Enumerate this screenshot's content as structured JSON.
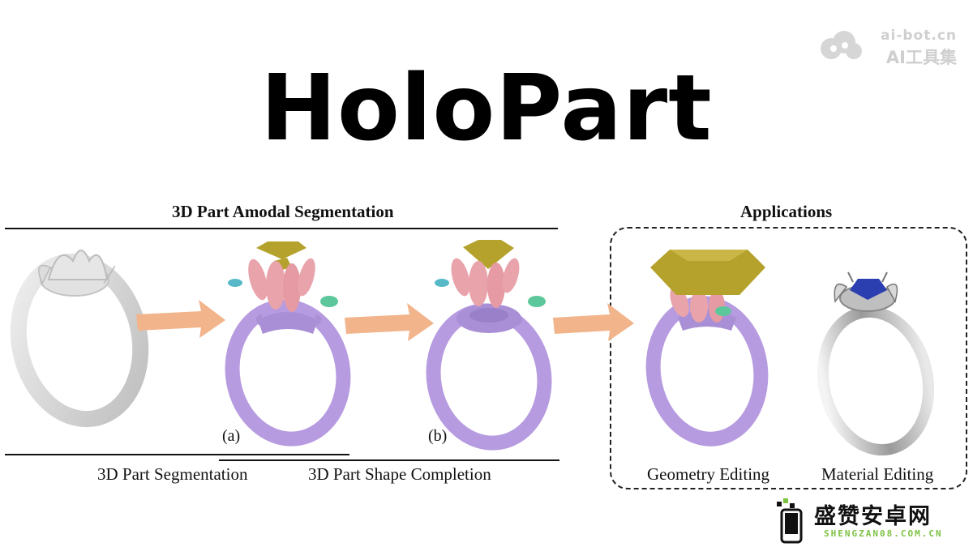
{
  "title": "HoloPart",
  "sections": {
    "segmentation_header": "3D Part Amodal Segmentation",
    "applications_header": "Applications"
  },
  "labels": {
    "a": "(a)",
    "b": "(b)"
  },
  "captions": {
    "part_segmentation": "3D Part Segmentation",
    "shape_completion": "3D Part Shape Completion",
    "geometry_editing": "Geometry Editing",
    "material_editing": "Material Editing"
  },
  "watermarks": {
    "top_line1": "ai-bot.cn",
    "top_line2": "AI工具集",
    "bottom_cn": "盛赞安卓网",
    "bottom_en": "SHENGZAN08.COM.CN"
  },
  "colors": {
    "ring_gray": "#d9d9d9",
    "ring_purple": "#b79be0",
    "petal_pink": "#e9a3ab",
    "gem_olive": "#b5a22c",
    "arrow_orange": "#f2b48a",
    "teal_part": "#57b9c8",
    "green_part": "#5cc79a",
    "gem_blue": "#2c3fb0",
    "silver": "#c8c8c8"
  }
}
